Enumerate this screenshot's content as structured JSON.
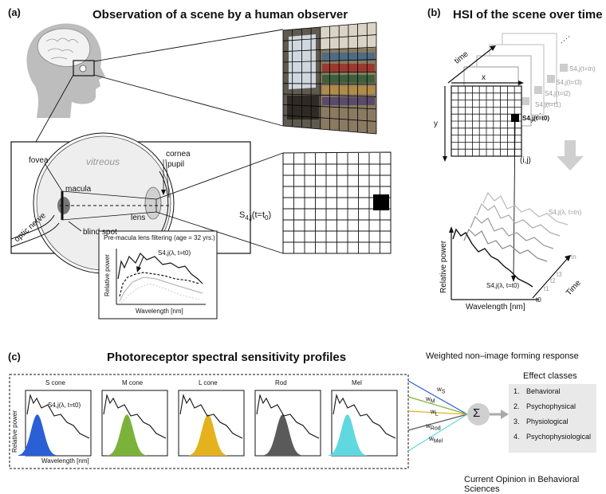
{
  "panel_a": {
    "label": "(a)",
    "title": "Observation of a scene by a human observer",
    "eye_labels": {
      "fovea": "fovea",
      "vitreous": "vitreous",
      "cornea": "cornea",
      "pupil": "pupil",
      "macula": "macula",
      "lens": "lens",
      "blind_spot": "blind spot",
      "optic_nerve": "optic nerve"
    },
    "grid_label_main": "S",
    "grid_label_sub": "4,j",
    "grid_label_rest": "(t=t",
    "grid_label_t0": "0",
    "grid_label_end": ")",
    "inset_title": "Pre-macula lens filtering (age = 32 yrs.)",
    "inset_curve_label": "S4,j(λ, t=t0)",
    "inset_ylabel": "Relative power",
    "inset_xlabel": "Wavelength [nm]"
  },
  "panel_b": {
    "label": "(b)",
    "title": "HSI of the scene over time",
    "axis_time": "time",
    "axis_x": "x",
    "axis_y": "y",
    "pixel_label": "(i,j)",
    "frame_labels": [
      "S4,j(t=t0)",
      "S4,j(t=t1)",
      "S4,j(t=t2)",
      "S4,j(t=t3)",
      "S4,j(t=tn)"
    ],
    "spectrum_label_front": "S4,j(λ, t=t0)",
    "spectrum_label_back": "S4,j(λ, t=tn)",
    "ylabel": "Relative power",
    "xlabel": "Wavelength [nm]",
    "time_label": "Time",
    "time_ticks": [
      "t0",
      "t1",
      "t2",
      "t3",
      "tn"
    ]
  },
  "panel_c": {
    "label": "(c)",
    "title": "Photoreceptor spectral sensitivity profiles",
    "response_title": "Weighted non–image forming response",
    "profiles": [
      {
        "name": "S cone",
        "color": "#2a5fd6"
      },
      {
        "name": "M cone",
        "color": "#7bb23a"
      },
      {
        "name": "L cone",
        "color": "#e3b21d"
      },
      {
        "name": "Rod",
        "color": "#5a5a5a"
      },
      {
        "name": "Mel",
        "color": "#5fd8e0"
      }
    ],
    "profile_curve_label": "S4,j(λ, t=t0)",
    "ylabel": "Relative power",
    "xlabel": "Wavelength [nm]",
    "weights": [
      "wS",
      "wM",
      "wL",
      "wRod",
      "wMel"
    ],
    "sum_symbol": "Σ",
    "effect_classes_title": "Effect classes",
    "effect_classes": [
      {
        "num": "1.",
        "label": "Behavioral"
      },
      {
        "num": "2.",
        "label": "Psychophysical"
      },
      {
        "num": "3.",
        "label": "Physiological"
      },
      {
        "num": "4.",
        "label": "Psychophysiological"
      }
    ]
  },
  "credit": "Current Opinion in Behavioral Sciences"
}
